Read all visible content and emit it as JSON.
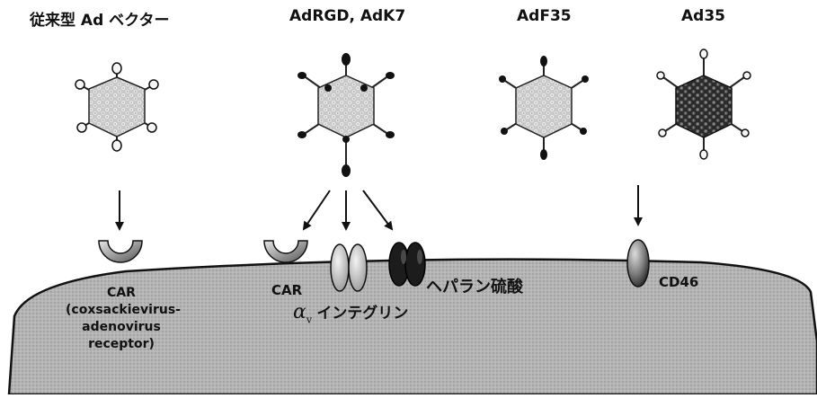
{
  "vectors": {
    "conventional": "従来型 Ad ベクター",
    "rgd_k7": "AdRGD, AdK7",
    "f35": "AdF35",
    "ad35": "Ad35"
  },
  "receptors": {
    "car_left": {
      "name": "CAR",
      "lines": [
        "(coxsackievirus-",
        "adenovirus",
        "receptor)"
      ]
    },
    "car_mid": "CAR",
    "integrin_alpha": "α",
    "integrin_sub": "v",
    "integrin_rest": "インテグリン",
    "heparan": "ヘパラン硫酸",
    "cd46": "CD46"
  },
  "colors": {
    "cell_fill": "#a8a8a8",
    "capsid_light": "#c9c9c9",
    "capsid_dark": "#333333",
    "ink": "#111111"
  }
}
